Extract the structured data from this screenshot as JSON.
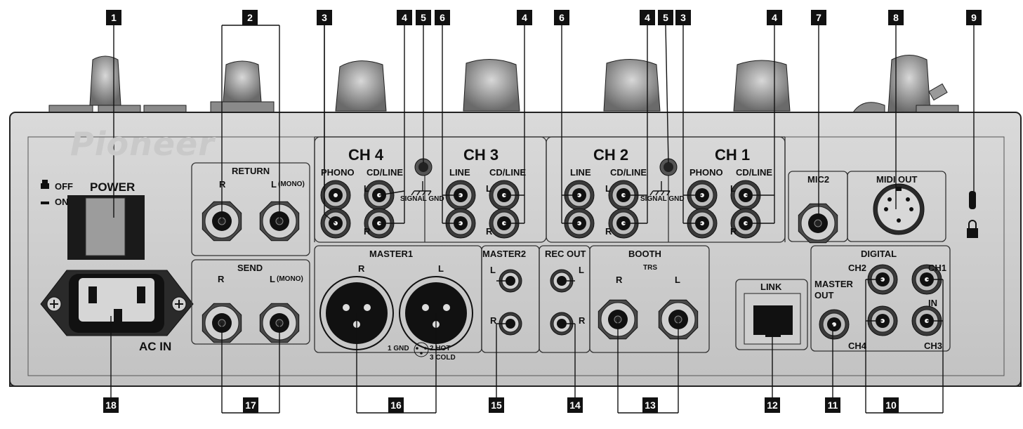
{
  "brand": "Pioneer",
  "power": {
    "label": "POWER",
    "off_label": "OFF",
    "on_label": "ON"
  },
  "ac_in": "AC IN",
  "return": {
    "title": "RETURN",
    "r": "R",
    "l": "L",
    "mono": "(MONO)"
  },
  "send": {
    "title": "SEND",
    "r": "R",
    "l": "L",
    "mono": "(MONO)"
  },
  "channels": {
    "ch4": {
      "title": "CH 4",
      "a": "PHONO",
      "b": "CD/LINE"
    },
    "ch3": {
      "title": "CH 3",
      "a": "LINE",
      "b": "CD/LINE"
    },
    "ch2": {
      "title": "CH 2",
      "a": "LINE",
      "b": "CD/LINE"
    },
    "ch1": {
      "title": "CH 1",
      "a": "PHONO",
      "b": "CD/LINE"
    },
    "l": "L",
    "r": "R"
  },
  "signal_gnd": "SIGNAL GND",
  "master1": {
    "title": "MASTER1",
    "r": "R",
    "l": "L",
    "gnd": "1 GND",
    "hot": "2 HOT",
    "cold": "3 COLD"
  },
  "master2": {
    "title": "MASTER2",
    "l": "L",
    "r": "R"
  },
  "rec_out": {
    "title": "REC OUT",
    "l": "L",
    "r": "R"
  },
  "booth": {
    "title": "BOOTH",
    "trs": "TRS",
    "r": "R",
    "l": "L"
  },
  "mic2": "MIC2",
  "midi_out": "MIDI OUT",
  "link": "LINK",
  "digital": {
    "title": "DIGITAL",
    "master": "MASTER",
    "out": "OUT",
    "in": "IN",
    "ch1": "CH1",
    "ch2": "CH2",
    "ch3": "CH3",
    "ch4": "CH4"
  },
  "callouts": {
    "n1": "1",
    "n2": "2",
    "n3": "3",
    "n4": "4",
    "n5": "5",
    "n6": "6",
    "n7": "7",
    "n8": "8",
    "n9": "9",
    "n10": "10",
    "n11": "11",
    "n12": "12",
    "n13": "13",
    "n14": "14",
    "n15": "15",
    "n16": "16",
    "n17": "17",
    "n18": "18"
  }
}
